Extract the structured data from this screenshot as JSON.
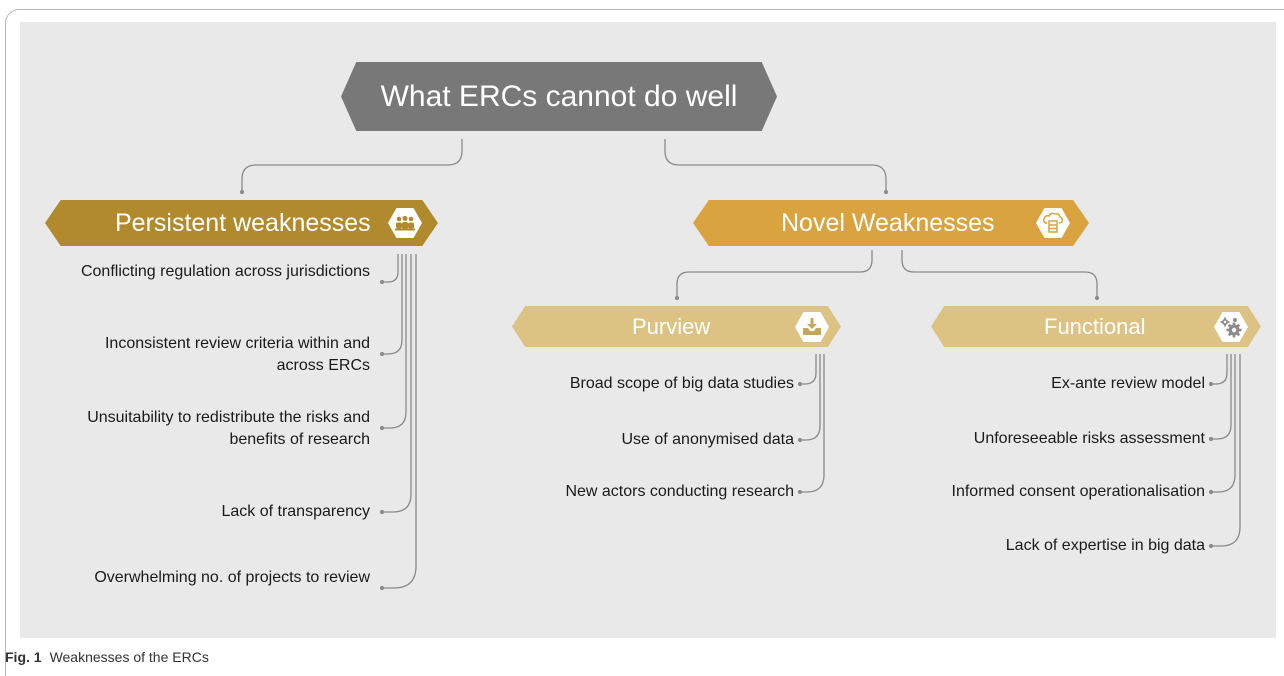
{
  "root": {
    "label": "What ERCs cannot do well"
  },
  "persistent": {
    "label": "Persistent weaknesses",
    "icon": "people-group-icon",
    "items": [
      "Conflicting regulation across jurisdictions",
      "Inconsistent review criteria  within and across ERCs",
      "Unsuitability to redistribute the risks and benefits of research",
      "Lack of transparency",
      "Overwhelming no. of projects to review"
    ]
  },
  "novel": {
    "label": "Novel Weaknesses",
    "icon": "cloud-server-icon",
    "purview": {
      "label": "Purview",
      "icon": "inbox-download-icon",
      "items": [
        "Broad scope of big data studies",
        "Use of anonymised data",
        "New actors conducting research"
      ]
    },
    "functional": {
      "label": "Functional",
      "icon": "gears-icon",
      "items": [
        "Ex-ante review model",
        "Unforeseeable risks assessment",
        "Informed consent operationalisation",
        "Lack of expertise in big data"
      ]
    }
  },
  "caption": {
    "label": "Fig. 1",
    "text": "Weaknesses of the ERCs"
  },
  "colors": {
    "root": "#787878",
    "persistent": "#b28a2e",
    "novel": "#d9a43f",
    "sub": "#dcc383",
    "panel": "#e9e9e9"
  }
}
